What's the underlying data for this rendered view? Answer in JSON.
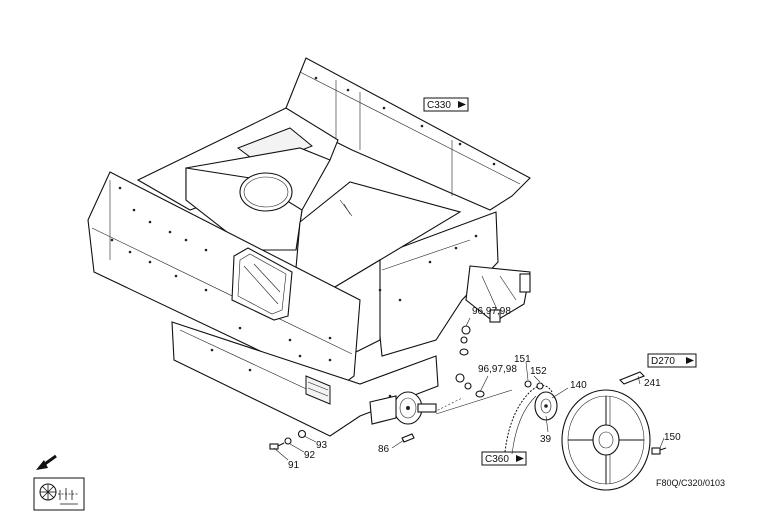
{
  "refs": {
    "c330": "C330",
    "d270": "D270",
    "c360": "C360"
  },
  "labels": {
    "l96a": "96,97,98",
    "l96b": "96,97,98",
    "l151": "151",
    "l152": "152",
    "l140": "140",
    "l241": "241",
    "l150": "150",
    "l39": "39",
    "l86": "86",
    "l93": "93",
    "l92": "92",
    "l91": "91"
  },
  "drawing_code": "F80Q/C320/0103",
  "icons": {
    "arrow": "direction-arrow-icon",
    "machine": "machine-symbol-icon"
  }
}
